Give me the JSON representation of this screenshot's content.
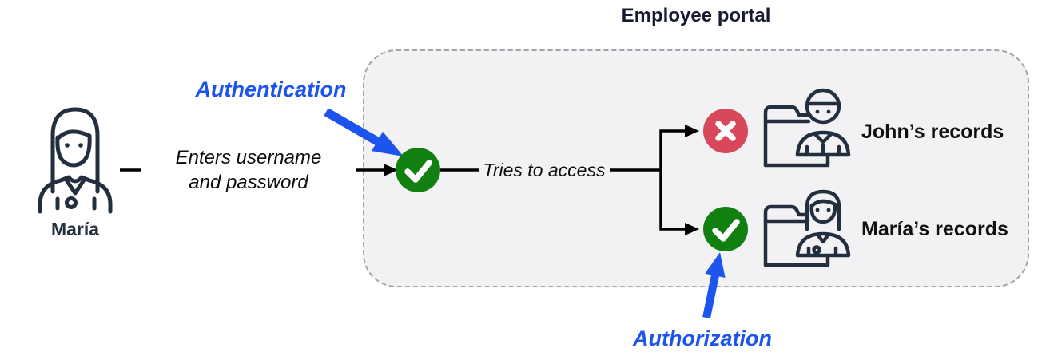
{
  "diagram_title": "Employee portal",
  "actor": {
    "name": "María",
    "icon": "woman-user-icon"
  },
  "steps": {
    "authentication_label": "Authentication",
    "authorization_label": "Authorization",
    "credentials_line1": "Enters username",
    "credentials_line2": "and password",
    "tries_to_access": "Tries to access"
  },
  "records": [
    {
      "label": "John’s records",
      "access": "denied",
      "status_icon": "x-mark-icon",
      "icon": "folder-man-icon"
    },
    {
      "label": "María’s records",
      "access": "granted",
      "status_icon": "check-mark-icon",
      "icon": "folder-woman-icon"
    }
  ],
  "colors": {
    "accent_blue": "#1d54ee",
    "success_green": "#118011",
    "denied_red": "#d8475a",
    "icon_navy": "#232f3e",
    "portal_fill": "#f2f2f4",
    "portal_border": "#a3a3a8",
    "connector_black": "#000000"
  }
}
